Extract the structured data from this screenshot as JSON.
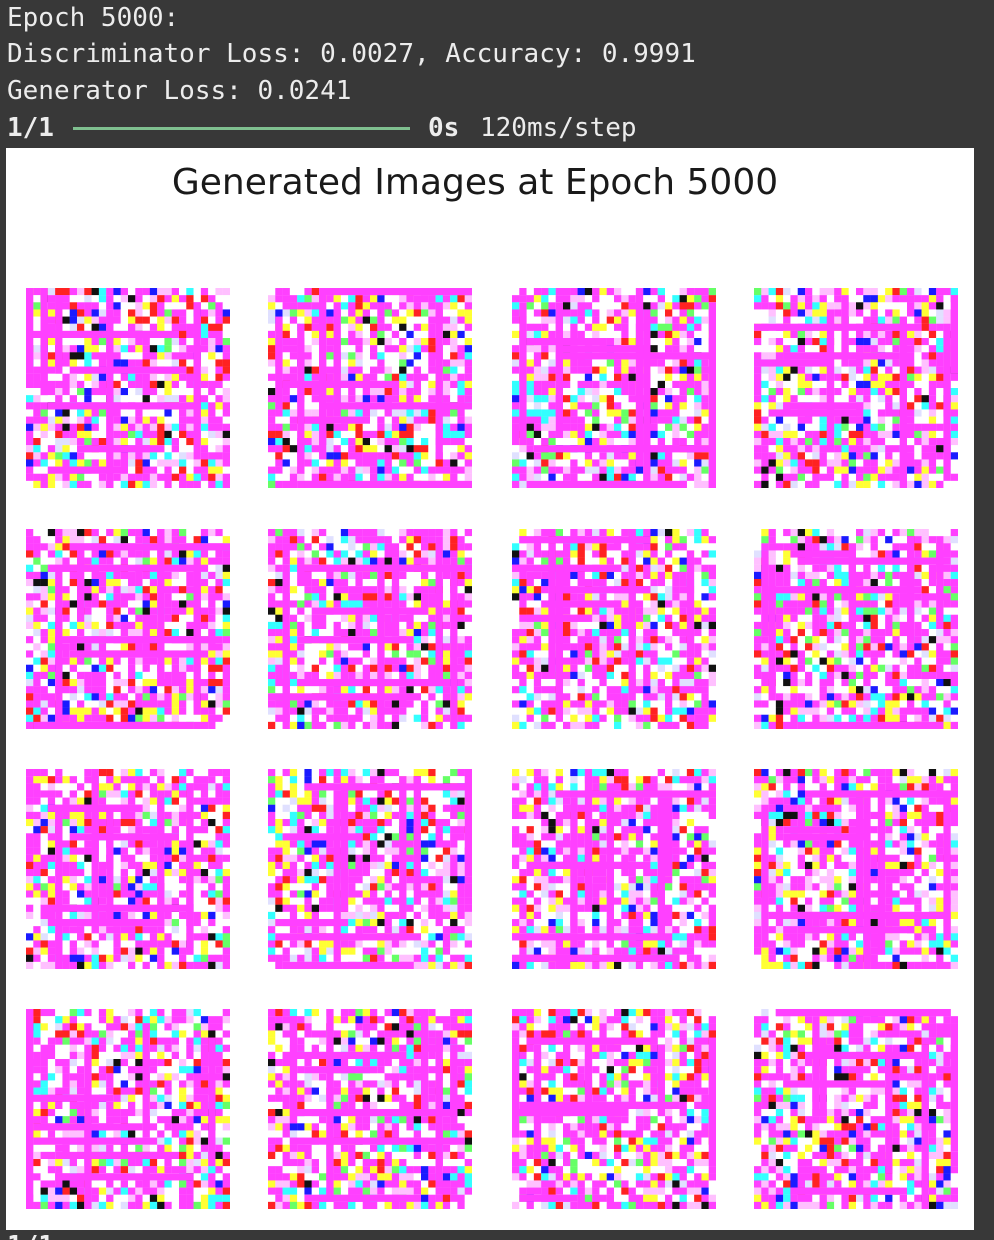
{
  "log": {
    "line1": "Epoch 5000:",
    "line2": "Discriminator Loss: 0.0027, Accuracy: 0.9991",
    "line3": "Generator Loss: 0.0241",
    "progress": {
      "step_label": "1/1",
      "fraction": 1.0,
      "time": "0s",
      "rate": "120ms/step"
    },
    "bottom_step_label": "1/1"
  },
  "figure": {
    "title": "Generated Images at Epoch 5000",
    "grid_rows": 4,
    "grid_cols": 4,
    "palette": [
      "#ff40ff",
      "#ffffff",
      "#ffff33",
      "#ff2222",
      "#33ffff",
      "#1a1aff",
      "#111111",
      "#ffc0ff",
      "#66ff66",
      "#e0e0ff"
    ]
  }
}
